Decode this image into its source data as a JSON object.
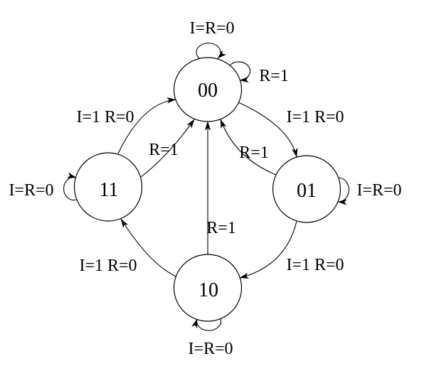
{
  "diagram": {
    "kind": "finite-state-machine",
    "colors": {
      "line": "#000000",
      "text": "#000000",
      "background": "#ffffff"
    },
    "states": [
      {
        "id": "00",
        "label": "00",
        "position": "top"
      },
      {
        "id": "11",
        "label": "11",
        "position": "left"
      },
      {
        "id": "01",
        "label": "01",
        "position": "right"
      },
      {
        "id": "10",
        "label": "10",
        "position": "bottom"
      }
    ],
    "transitions": [
      {
        "from": "00",
        "to": "00",
        "label": "I=R=0",
        "kind": "self-loop-top"
      },
      {
        "from": "00",
        "to": "00",
        "label": "R=1",
        "kind": "self-loop-right"
      },
      {
        "from": "11",
        "to": "11",
        "label": "I=R=0",
        "kind": "self-loop-left"
      },
      {
        "from": "01",
        "to": "01",
        "label": "I=R=0",
        "kind": "self-loop-right"
      },
      {
        "from": "10",
        "to": "10",
        "label": "I=R=0",
        "kind": "self-loop-bottom"
      },
      {
        "from": "11",
        "to": "00",
        "label": "I=1 R=0",
        "kind": "outer-curve"
      },
      {
        "from": "00",
        "to": "01",
        "label": "I=1 R=0",
        "kind": "outer-curve"
      },
      {
        "from": "01",
        "to": "10",
        "label": "I=1 R=0",
        "kind": "outer-curve"
      },
      {
        "from": "10",
        "to": "11",
        "label": "I=1 R=0",
        "kind": "outer-curve"
      },
      {
        "from": "11",
        "to": "00",
        "label": "R=1",
        "kind": "inner-curve"
      },
      {
        "from": "01",
        "to": "00",
        "label": "R=1",
        "kind": "inner-curve"
      },
      {
        "from": "10",
        "to": "00",
        "label": "R=1",
        "kind": "straight"
      }
    ]
  }
}
